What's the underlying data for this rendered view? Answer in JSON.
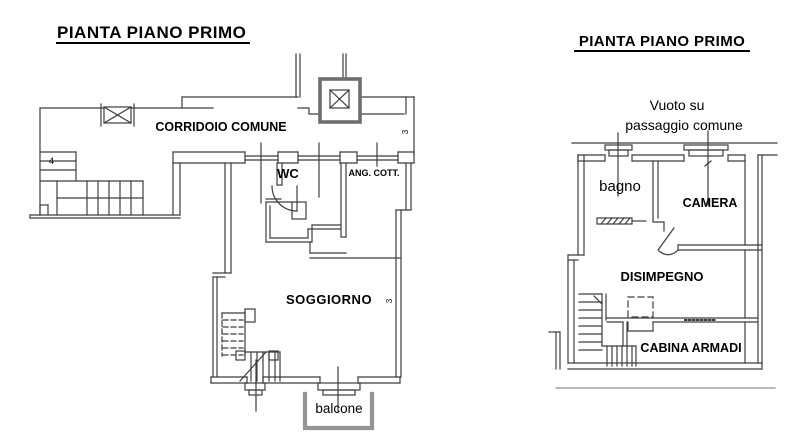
{
  "left_plan": {
    "title": "PIANTA PIANO PRIMO",
    "labels": {
      "corridor": "CORRIDOIO COMUNE",
      "wc": "WC",
      "ang_cott": "ANG. COTT.",
      "soggiorno": "SOGGIORNO",
      "balcone": "balcone",
      "stair_mark": "4",
      "wall_mark_top": "3",
      "wall_mark_right": "3"
    }
  },
  "right_plan": {
    "title": "PIANTA PIANO PRIMO",
    "labels": {
      "void_line1": "Vuoto su",
      "void_line2": "passaggio comune",
      "bagno": "bagno",
      "camera": "CAMERA",
      "disimpegno": "DISIMPEGNO",
      "cabina_armadi": "CABINA ARMADI"
    }
  },
  "colors": {
    "line": "#3e3e3e",
    "thick_wall": "#6e6e6e",
    "balcony_wall": "#949494",
    "text": "#000000",
    "background": "#ffffff"
  }
}
